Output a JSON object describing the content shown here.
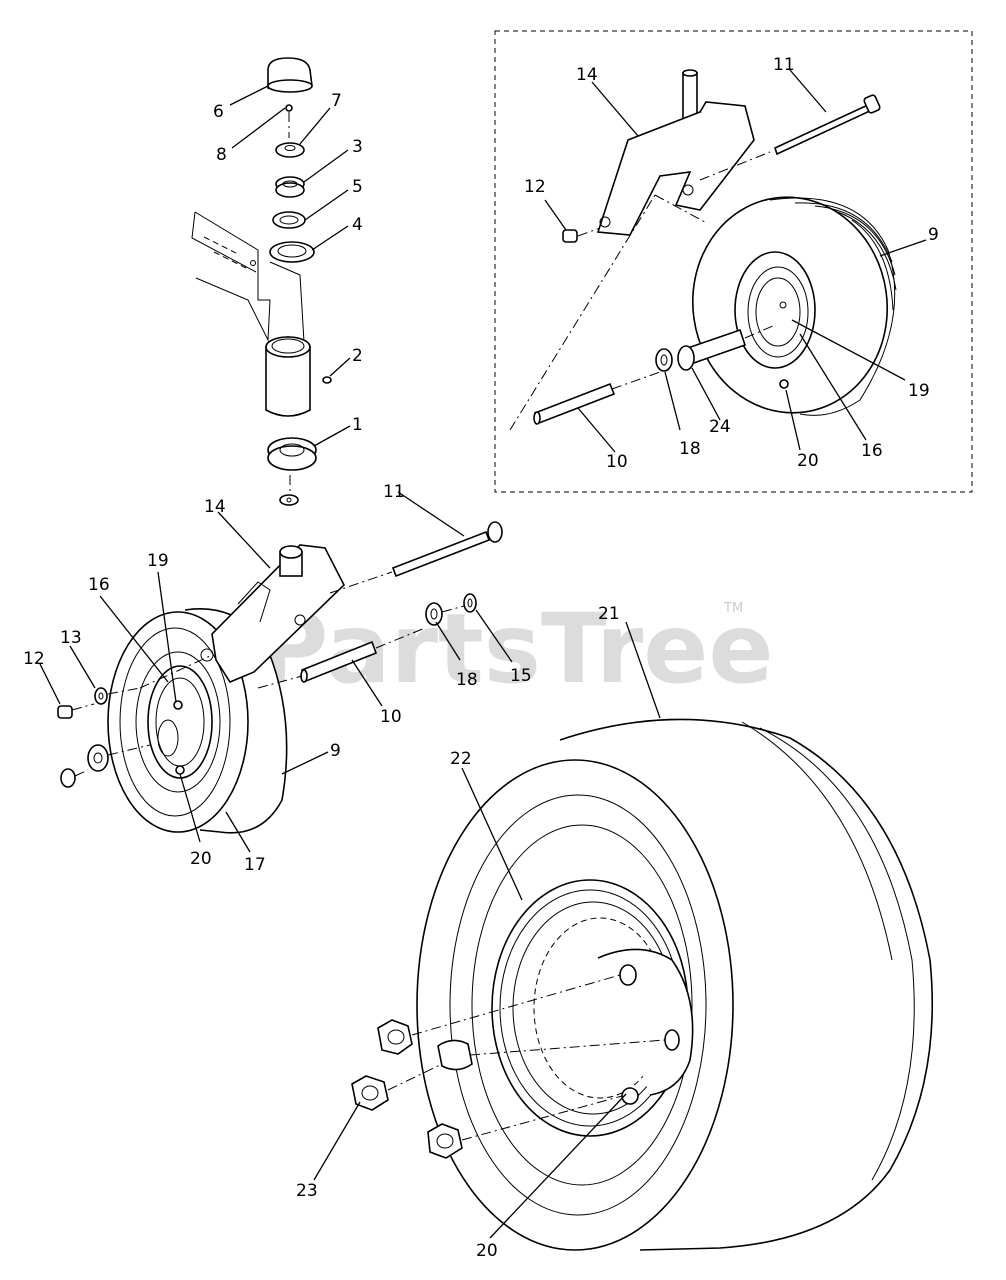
{
  "watermark": {
    "text": "PartsTree",
    "trademark": "TM"
  },
  "callouts": {
    "c1": "1",
    "c2": "2",
    "c3": "3",
    "c4": "4",
    "c5": "5",
    "c6": "6",
    "c7": "7",
    "c8": "8",
    "inset_c14": "14",
    "inset_c11": "11",
    "inset_c12": "12",
    "inset_c9": "9",
    "inset_c19": "19",
    "inset_c24": "24",
    "inset_c18": "18",
    "inset_c10": "10",
    "inset_c20": "20",
    "inset_c16": "16",
    "c14": "14",
    "c11": "11",
    "c19": "19",
    "c16": "16",
    "c13": "13",
    "c12": "12",
    "c18": "18",
    "c15": "15",
    "c10": "10",
    "c9": "9",
    "c20": "20",
    "c17": "17",
    "c21": "21",
    "c22": "22",
    "c23": "23",
    "c20b": "20"
  }
}
